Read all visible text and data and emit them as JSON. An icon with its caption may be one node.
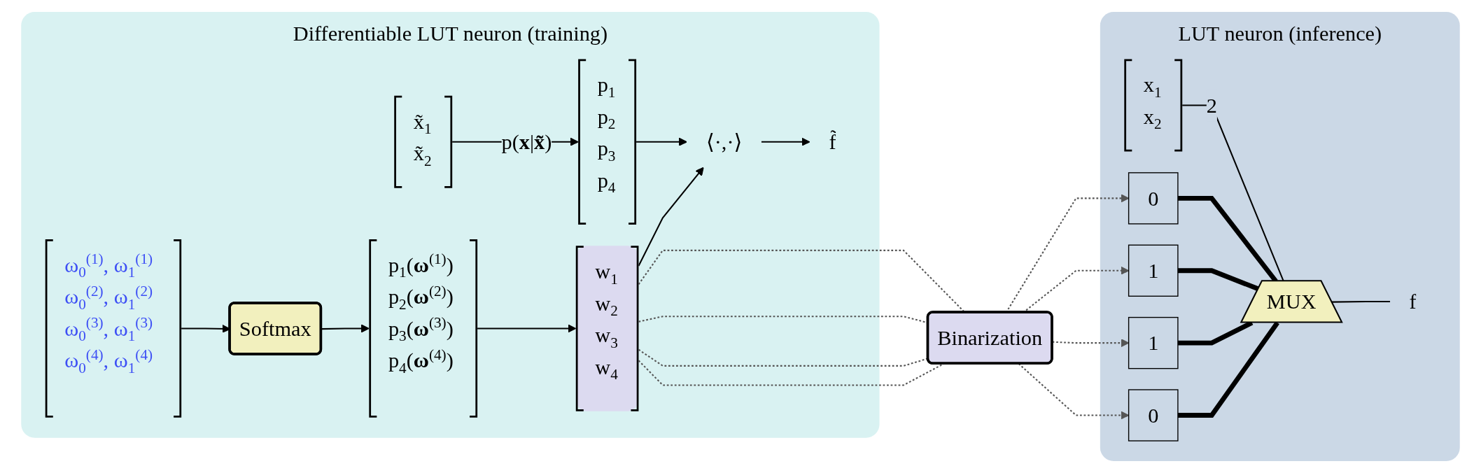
{
  "diagram": {
    "nodes": [
      {
        "text": [
          "Differentiable LUT neuron (training)"
        ]
      },
      {
        "text": [
          "ω$_{0}$$^{(1)}$, ω$_{1}$$^{(1)}$",
          "ω$_{0}$$^{(2)}$, ω$_{1}$$^{(2)}$",
          "ω$_{0}$$^{(3)}$, ω$_{1}$$^{(3)}$",
          "ω$_{0}$$^{(4)}$, ω$_{1}$$^{(4)}$"
        ],
        "in": 0
      },
      {
        "text": [
          "Softmax"
        ],
        "in": 0
      },
      {
        "text": [
          "p$_{1}$(**ω**$^{(1)}$)",
          "p$_{2}$(**ω**$^{(2)}$)",
          "p$_{3}$(**ω**$^{(3)}$)",
          "p$_{4}$(**ω**$^{(4)}$)"
        ],
        "in": 0
      },
      {
        "text": [
          "w$_{1}$",
          "w$_{2}$",
          "w$_{3}$",
          "w$_{4}$"
        ],
        "in": 0
      },
      {
        "text": [
          "x̃$_{1}$",
          "x̃$_{2}$"
        ],
        "in": 0
      },
      {
        "text": [
          "p$_{1}$",
          "p$_{2}$",
          "p$_{3}$",
          "p$_{4}$"
        ],
        "in": 0
      },
      {
        "text": [
          "⟨·,·⟩"
        ],
        "in": 0
      },
      {
        "text": [
          "f̃"
        ],
        "in": 0
      },
      {
        "text": [
          "Binarization"
        ]
      },
      {
        "text": [
          "LUT neuron (inference)"
        ]
      },
      {
        "text": [
          "0"
        ],
        "in": 10
      },
      {
        "text": [
          "1"
        ],
        "in": 10
      },
      {
        "text": [
          "1"
        ],
        "in": 10
      },
      {
        "text": [
          "0"
        ],
        "in": 10
      },
      {
        "text": [
          "MUX"
        ],
        "in": 10
      },
      {
        "text": [
          "f"
        ],
        "in": 10
      },
      {
        "text": [
          "x$_{1}$",
          "x$_{2}$"
        ],
        "in": 10
      }
    ],
    "edges": [
      {
        "from": 1,
        "to": 2,
        "arrow": "to"
      },
      {
        "from": 2,
        "to": 3,
        "arrow": "to"
      },
      {
        "from": 3,
        "to": 4,
        "arrow": "to"
      },
      {
        "from": 4,
        "to": 7,
        "arrow": "to"
      },
      {
        "from": 5,
        "to": 6,
        "arrow": "to",
        "label": "p(**x**|**x̃**)"
      },
      {
        "from": 6,
        "to": 7,
        "arrow": "to"
      },
      {
        "from": 7,
        "to": 8,
        "arrow": "to"
      },
      {
        "from": 4,
        "to": 9,
        "arrow": "none",
        "style": "dashed",
        "color": "#555555"
      },
      {
        "from": 4,
        "to": 9,
        "arrow": "none",
        "style": "dashed",
        "color": "#555555"
      },
      {
        "from": 4,
        "to": 9,
        "arrow": "none",
        "style": "dashed",
        "color": "#555555"
      },
      {
        "from": 4,
        "to": 9,
        "arrow": "none",
        "style": "dashed",
        "color": "#555555"
      },
      {
        "from": 9,
        "to": 11,
        "arrow": "to",
        "style": "dashed",
        "color": "#555555"
      },
      {
        "from": 9,
        "to": 12,
        "arrow": "to",
        "style": "dashed",
        "color": "#555555"
      },
      {
        "from": 9,
        "to": 13,
        "arrow": "to",
        "style": "dashed",
        "color": "#555555"
      },
      {
        "from": 9,
        "to": 14,
        "arrow": "to",
        "style": "dashed",
        "color": "#555555"
      },
      {
        "from": 11,
        "to": 15,
        "arrow": "none",
        "style": "thick"
      },
      {
        "from": 12,
        "to": 15,
        "arrow": "none",
        "style": "thick"
      },
      {
        "from": 13,
        "to": 15,
        "arrow": "none",
        "style": "thick"
      },
      {
        "from": 14,
        "to": 15,
        "arrow": "none",
        "style": "thick"
      },
      {
        "from": 15,
        "to": 16,
        "arrow": "none"
      },
      {
        "from": 17,
        "to": 15,
        "arrow": "none",
        "label": "2"
      }
    ]
  }
}
